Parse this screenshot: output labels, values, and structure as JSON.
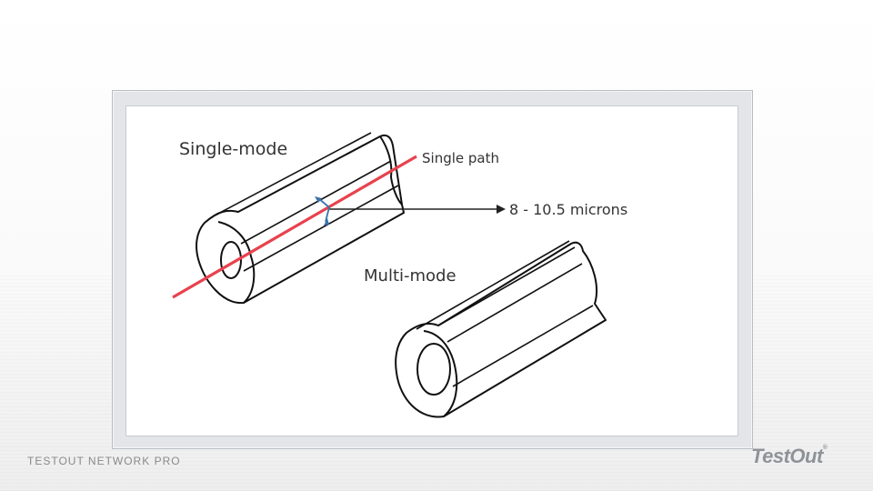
{
  "diagram": {
    "single_mode_label": "Single-mode",
    "single_path_label": "Single path",
    "core_size_label": "8 - 10.5 microns",
    "multi_mode_label": "Multi-mode"
  },
  "footer": {
    "course_label": "TESTOUT NETWORK PRO",
    "logo_text": "TestOut"
  },
  "colors": {
    "light_path": "#e8424d",
    "outline": "#111111",
    "arrow": "#3b74a8"
  },
  "icons": [
    "single-mode-fiber-icon",
    "multi-mode-fiber-icon",
    "pointer-arrow-icon"
  ]
}
